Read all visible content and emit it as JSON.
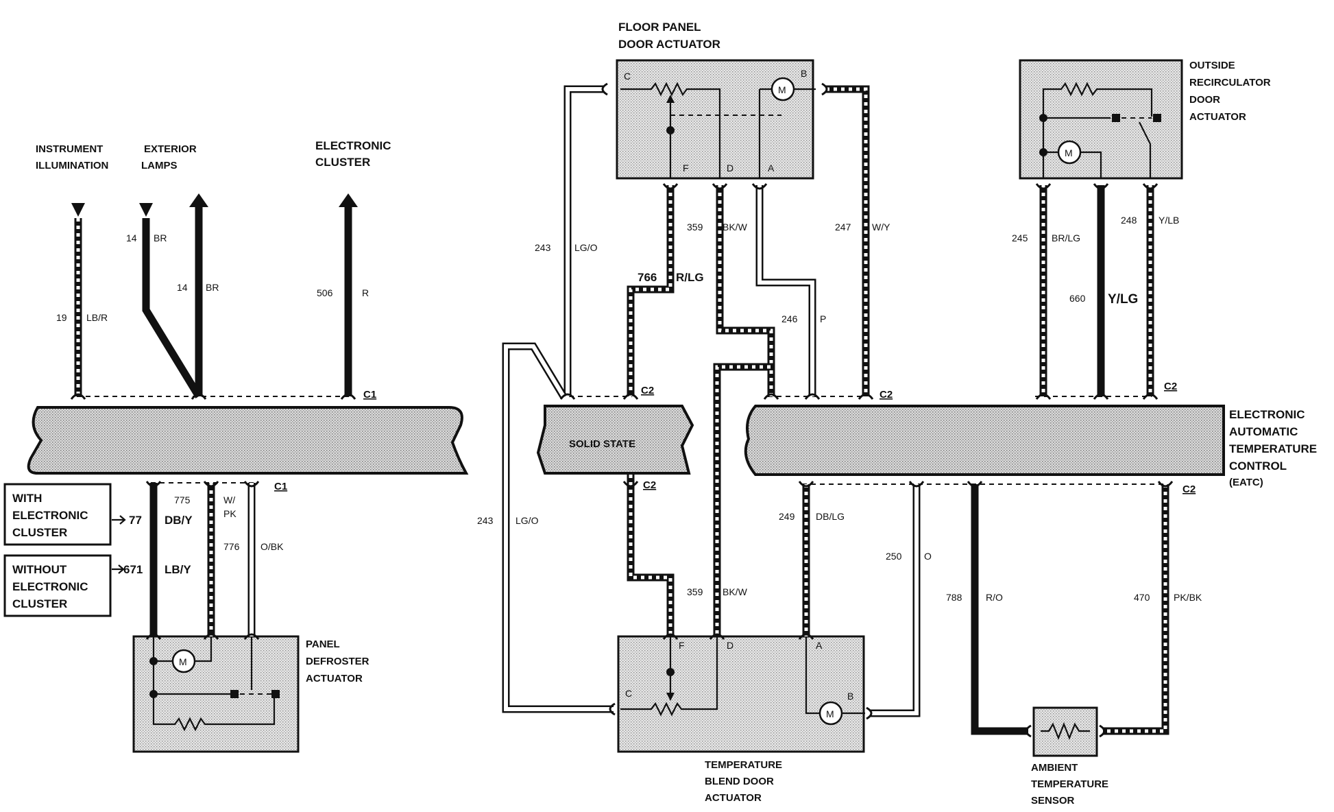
{
  "labels": {
    "instrument_illumination": [
      "INSTRUMENT",
      "ILLUMINATION"
    ],
    "exterior_lamps": [
      "EXTERIOR",
      "LAMPS"
    ],
    "electronic_cluster": [
      "ELECTRONIC",
      "CLUSTER"
    ],
    "floor_panel": [
      "FLOOR PANEL",
      "DOOR ACTUATOR"
    ],
    "outside_recirc": [
      "OUTSIDE",
      "RECIRCULATOR",
      "DOOR",
      "ACTUATOR"
    ],
    "eatc": [
      "ELECTRONIC",
      "AUTOMATIC",
      "TEMPERATURE",
      "CONTROL",
      "(EATC)"
    ],
    "solid_state": "SOLID STATE",
    "panel_defroster": [
      "PANEL",
      "DEFROSTER",
      "ACTUATOR"
    ],
    "temp_blend": [
      "TEMPERATURE",
      "BLEND DOOR",
      "ACTUATOR"
    ],
    "ambient_sensor": [
      "AMBIENT",
      "TEMPERATURE",
      "SENSOR"
    ],
    "with_cluster": [
      "WITH",
      "ELECTRONIC",
      "CLUSTER"
    ],
    "without_cluster": [
      "WITHOUT",
      "ELECTRONIC",
      "CLUSTER"
    ],
    "with_circuit": "77",
    "without_circuit": "671"
  },
  "connectors": {
    "c1": "C1",
    "c2": "C2"
  },
  "pins": {
    "a": "A",
    "b": "B",
    "c": "C",
    "d": "D",
    "f": "F",
    "m": "M"
  },
  "wires": {
    "w19": {
      "circuit": "19",
      "color": "LB/R"
    },
    "w14a": {
      "circuit": "14",
      "color": "BR"
    },
    "w14b": {
      "circuit": "14",
      "color": "BR"
    },
    "w506": {
      "circuit": "506",
      "color": "R"
    },
    "w775": {
      "circuit": "775",
      "color": "W/\nPK"
    },
    "w776": {
      "circuit": "776",
      "color": "O/BK"
    },
    "w77": {
      "color": "DB/Y"
    },
    "w671": {
      "color": "LB/Y"
    },
    "w243a": {
      "circuit": "243",
      "color": "LG/O"
    },
    "w243b": {
      "circuit": "243",
      "color": "LG/O"
    },
    "w766": {
      "circuit": "766",
      "color": "R/LG"
    },
    "w359a": {
      "circuit": "359",
      "color": "BK/W"
    },
    "w359b": {
      "circuit": "359",
      "color": "BK/W"
    },
    "w246": {
      "circuit": "246",
      "color": "P"
    },
    "w247": {
      "circuit": "247",
      "color": "W/Y"
    },
    "w245": {
      "circuit": "245",
      "color": "BR/LG"
    },
    "w660": {
      "circuit": "660",
      "color": "Y/LG"
    },
    "w248": {
      "circuit": "248",
      "color": "Y/LB"
    },
    "w249": {
      "circuit": "249",
      "color": "DB/LG"
    },
    "w250": {
      "circuit": "250",
      "color": "O"
    },
    "w788": {
      "circuit": "788",
      "color": "R/O"
    },
    "w470": {
      "circuit": "470",
      "color": "PK/BK"
    }
  }
}
